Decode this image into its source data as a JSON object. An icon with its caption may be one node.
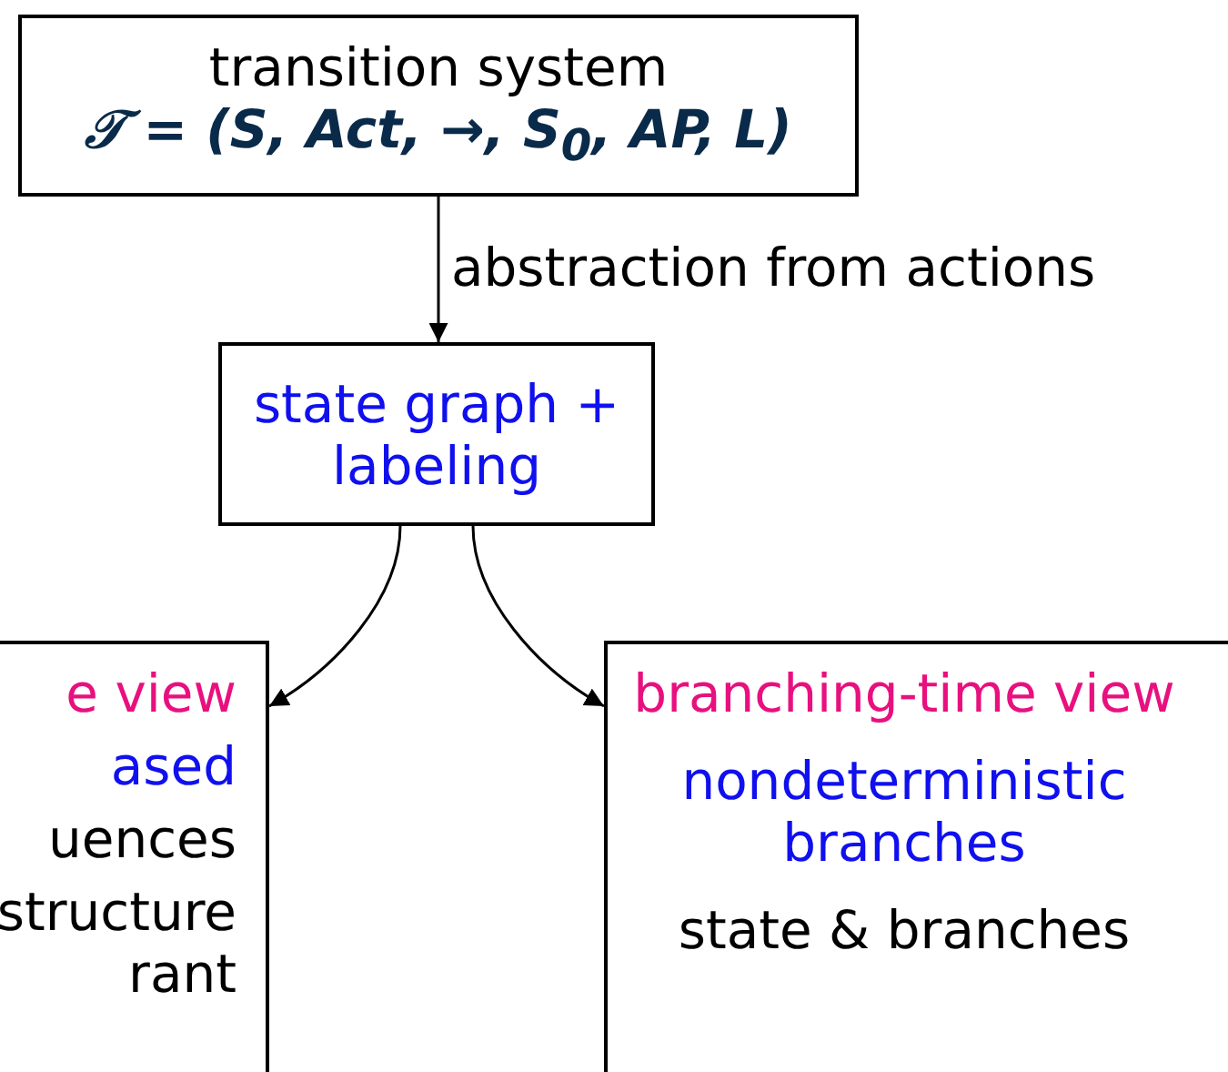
{
  "diagram": {
    "nodes": [
      {
        "text": [
          "transition system",
          "𝒯 = (S, Act, →, S$_{0}$, AP, L)"
        ]
      },
      {
        "text": [
          "state graph + labeling"
        ]
      },
      {
        "text": [
          "e view",
          "ased",
          "uences",
          "structure rant"
        ]
      },
      {
        "text": [
          "branching-time view",
          "nondeterministic branches",
          "state & branches"
        ]
      }
    ],
    "edges": [
      {
        "from": 0,
        "to": 1,
        "arrow": "to",
        "label": "abstraction from actions"
      },
      {
        "from": 1,
        "to": 2,
        "arrow": "to"
      },
      {
        "from": 1,
        "to": 3,
        "arrow": "to"
      }
    ]
  }
}
